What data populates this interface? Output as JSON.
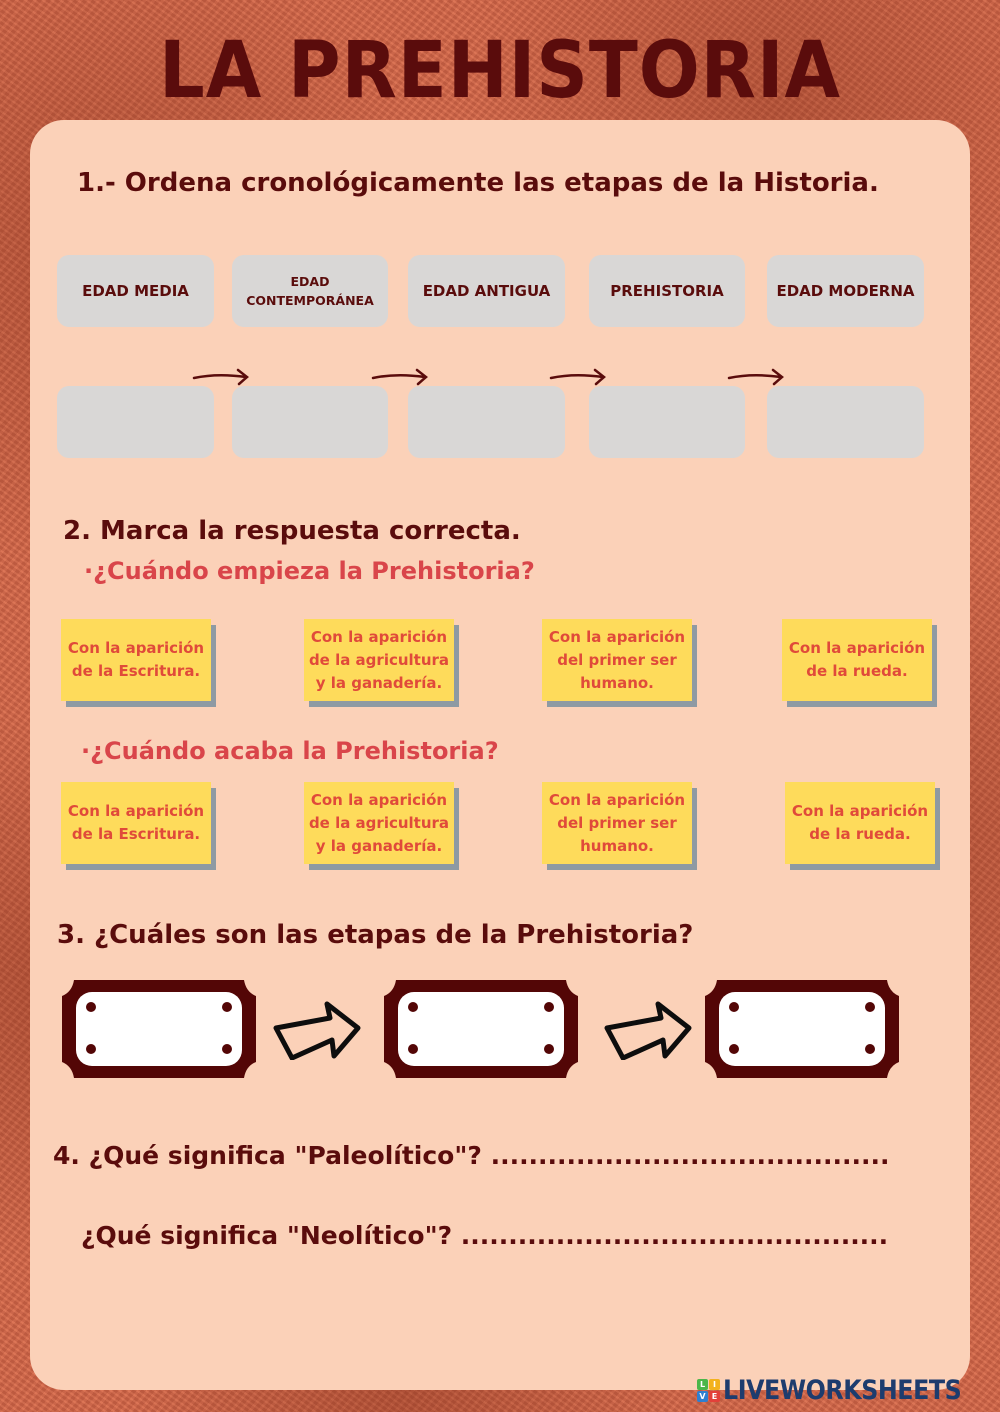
{
  "worksheet": {
    "title": "LA PREHISTORIA",
    "colors": {
      "background": "#d5694c",
      "card": "#fbd1b8",
      "dark_red": "#5a0c0c",
      "subquestion_red": "#d9454a",
      "option_yellow": "#fedb5b",
      "option_text": "#e04a3a",
      "grey_box": "#d9d7d6"
    }
  },
  "q1": {
    "prompt": "1.- Ordena cronológicamente las etapas de la Historia.",
    "stages": [
      {
        "label": "EDAD MEDIA"
      },
      {
        "label": "EDAD CONTEMPORÁNEA",
        "line1": "EDAD",
        "line2": "CONTEMPORÁNEA"
      },
      {
        "label": "EDAD ANTIGUA"
      },
      {
        "label": "PREHISTORIA"
      },
      {
        "label": "EDAD MODERNA"
      }
    ],
    "drop_slots": 5,
    "arrow_icon": "right-arrow-icon"
  },
  "q2": {
    "prompt": "2. Marca la respuesta correcta.",
    "subquestions": [
      {
        "text": "·¿Cuándo empieza la Prehistoria?",
        "options": [
          "Con la aparición\nde la Escritura.",
          "Con la aparición\nde la agricultura\ny la ganadería.",
          "Con la aparición\ndel primer ser\nhumano.",
          "Con la aparición\nde la rueda."
        ]
      },
      {
        "text": "·¿Cuándo acaba la Prehistoria?",
        "options": [
          "Con la aparición\nde la Escritura.",
          "Con la aparición\nde la agricultura\ny la ganadería.",
          "Con la aparición\ndel primer ser\nhumano.",
          "Con la aparición\nde la rueda."
        ]
      }
    ]
  },
  "q3": {
    "prompt": "3. ¿Cuáles son las etapas de la Prehistoria?",
    "answer_fields": [
      "",
      "",
      ""
    ]
  },
  "q4": {
    "prompt_paleolitico": "4. ¿Qué significa \"Paleolítico\"? ..........................................",
    "prompt_neolitico": "¿Qué significa \"Neolítico\"? .............................................",
    "answer_paleolitico": "",
    "answer_neolitico": ""
  },
  "footer": {
    "brand": "LIVEWORKSHEETS",
    "tiles": [
      "L",
      "I",
      "V",
      "E"
    ]
  }
}
